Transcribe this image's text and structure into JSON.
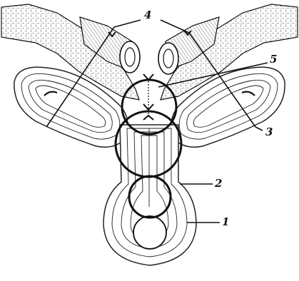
{
  "figure": {
    "labels": {
      "l1": "1",
      "l2": "2",
      "l3": "3",
      "l4": "4",
      "l5": "5"
    },
    "colors": {
      "ink": "#111111",
      "paper": "#ffffff",
      "hatch": "#222222"
    }
  }
}
